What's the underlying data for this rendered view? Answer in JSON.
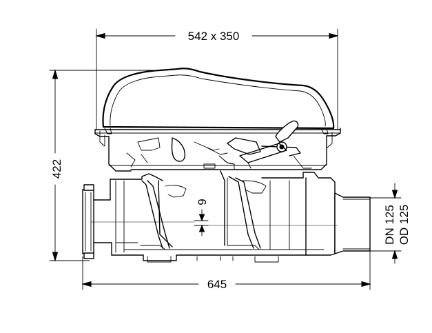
{
  "dimensions": {
    "top_width": "542 x 350",
    "total_height": "422",
    "total_length": "645",
    "offset": "9",
    "pipe_dn": "DN 125",
    "pipe_od": "OD 125"
  },
  "colors": {
    "line": "#000000",
    "background": "#ffffff"
  }
}
